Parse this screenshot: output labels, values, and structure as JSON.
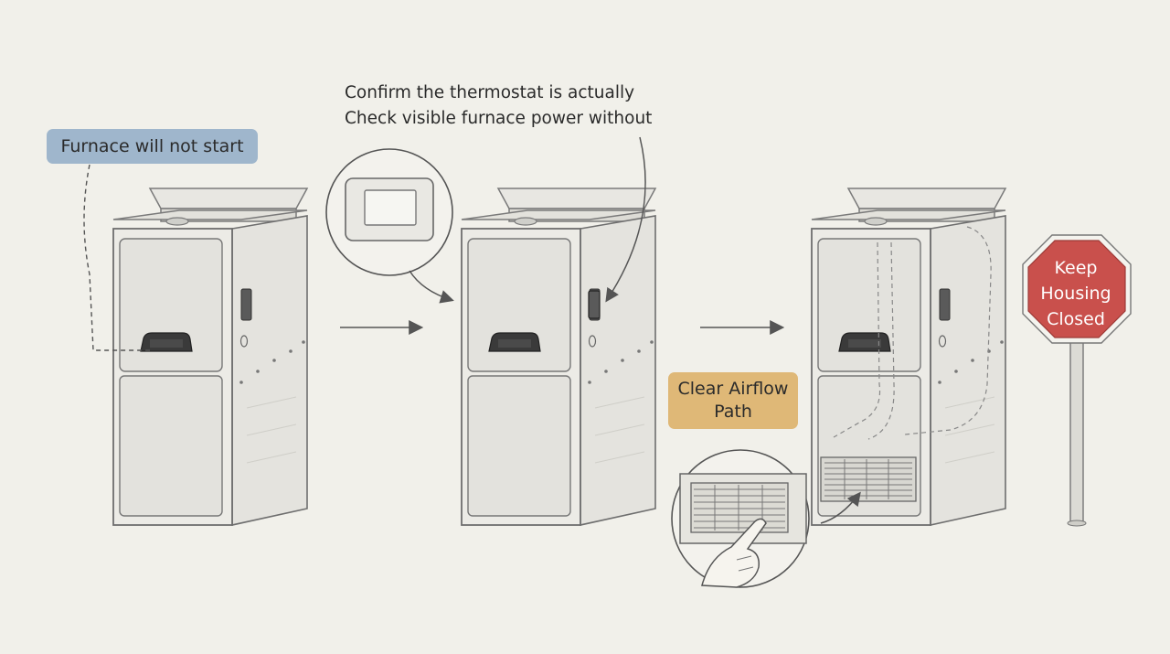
{
  "labels": {
    "furnace_fault": "Furnace will not start",
    "caption_line_1": "Confirm the thermostat is actually",
    "caption_line_2": "Check visible furnace power without",
    "airflow_line_1": "Clear Airflow",
    "airflow_line_2": "Path",
    "stop_line_1": "Keep",
    "stop_line_2": "Housing",
    "stop_line_3": "Closed"
  },
  "colors": {
    "background": "#f1f0ea",
    "fault_tag": "#9fb6cc",
    "airflow_tag": "#dfb877",
    "stop_sign": "#c9504c",
    "line": "#555555"
  },
  "icons": {
    "step_1": "furnace-icon",
    "step_2": "furnace-icon",
    "step_3": "furnace-icon",
    "thermostat_callout": "thermostat-icon",
    "vent_callout": "air-vent-icon",
    "stop": "stop-sign-icon"
  }
}
